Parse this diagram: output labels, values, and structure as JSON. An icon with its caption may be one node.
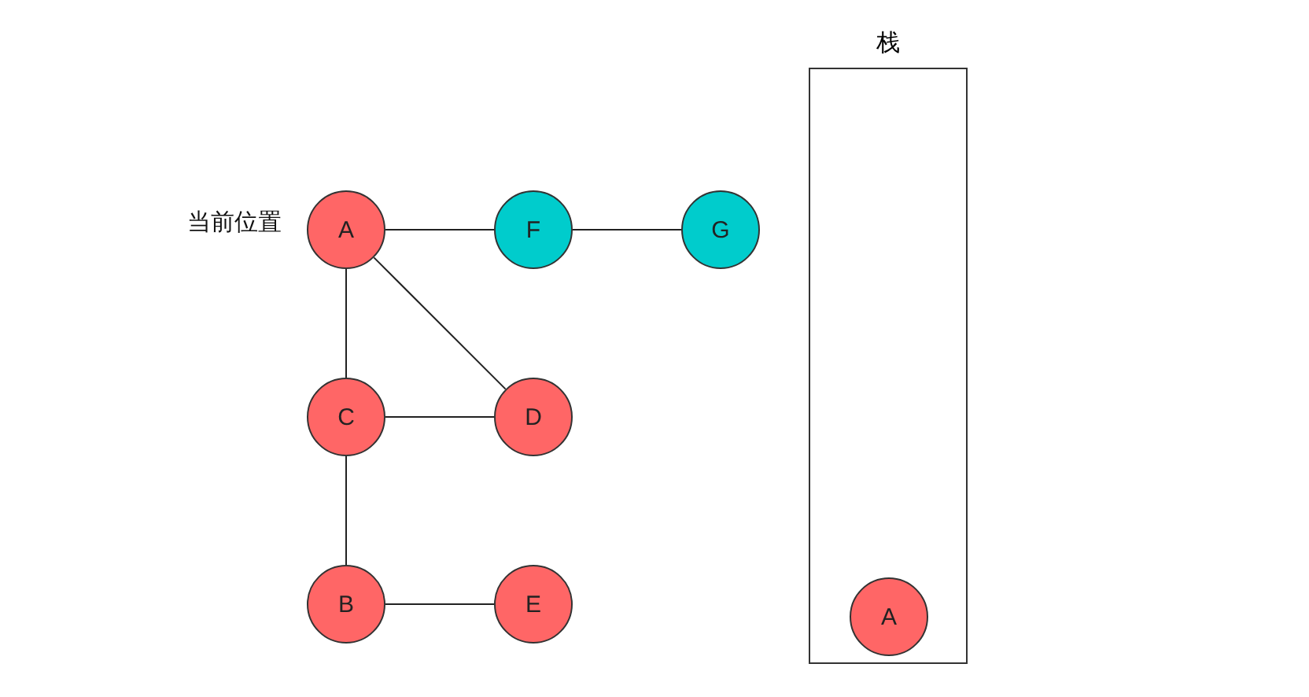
{
  "diagram": {
    "nodes": [
      {
        "text": [
          "A"
        ],
        "beside": [
          "当前位置"
        ]
      },
      {
        "text": [
          "F"
        ]
      },
      {
        "text": [
          "G"
        ]
      },
      {
        "text": [
          "C"
        ]
      },
      {
        "text": [
          "D"
        ]
      },
      {
        "text": [
          "B"
        ]
      },
      {
        "text": [
          "E"
        ]
      },
      {
        "text": [
          "栈"
        ]
      },
      {
        "text": [
          "A"
        ],
        "in": 7
      }
    ],
    "edges": [
      {
        "from": 0,
        "to": 1,
        "arrow": "none"
      },
      {
        "from": 1,
        "to": 2,
        "arrow": "none"
      },
      {
        "from": 0,
        "to": 3,
        "arrow": "none"
      },
      {
        "from": 0,
        "to": 4,
        "arrow": "none"
      },
      {
        "from": 3,
        "to": 4,
        "arrow": "none"
      },
      {
        "from": 3,
        "to": 5,
        "arrow": "none"
      },
      {
        "from": 5,
        "to": 6,
        "arrow": "none"
      }
    ]
  }
}
